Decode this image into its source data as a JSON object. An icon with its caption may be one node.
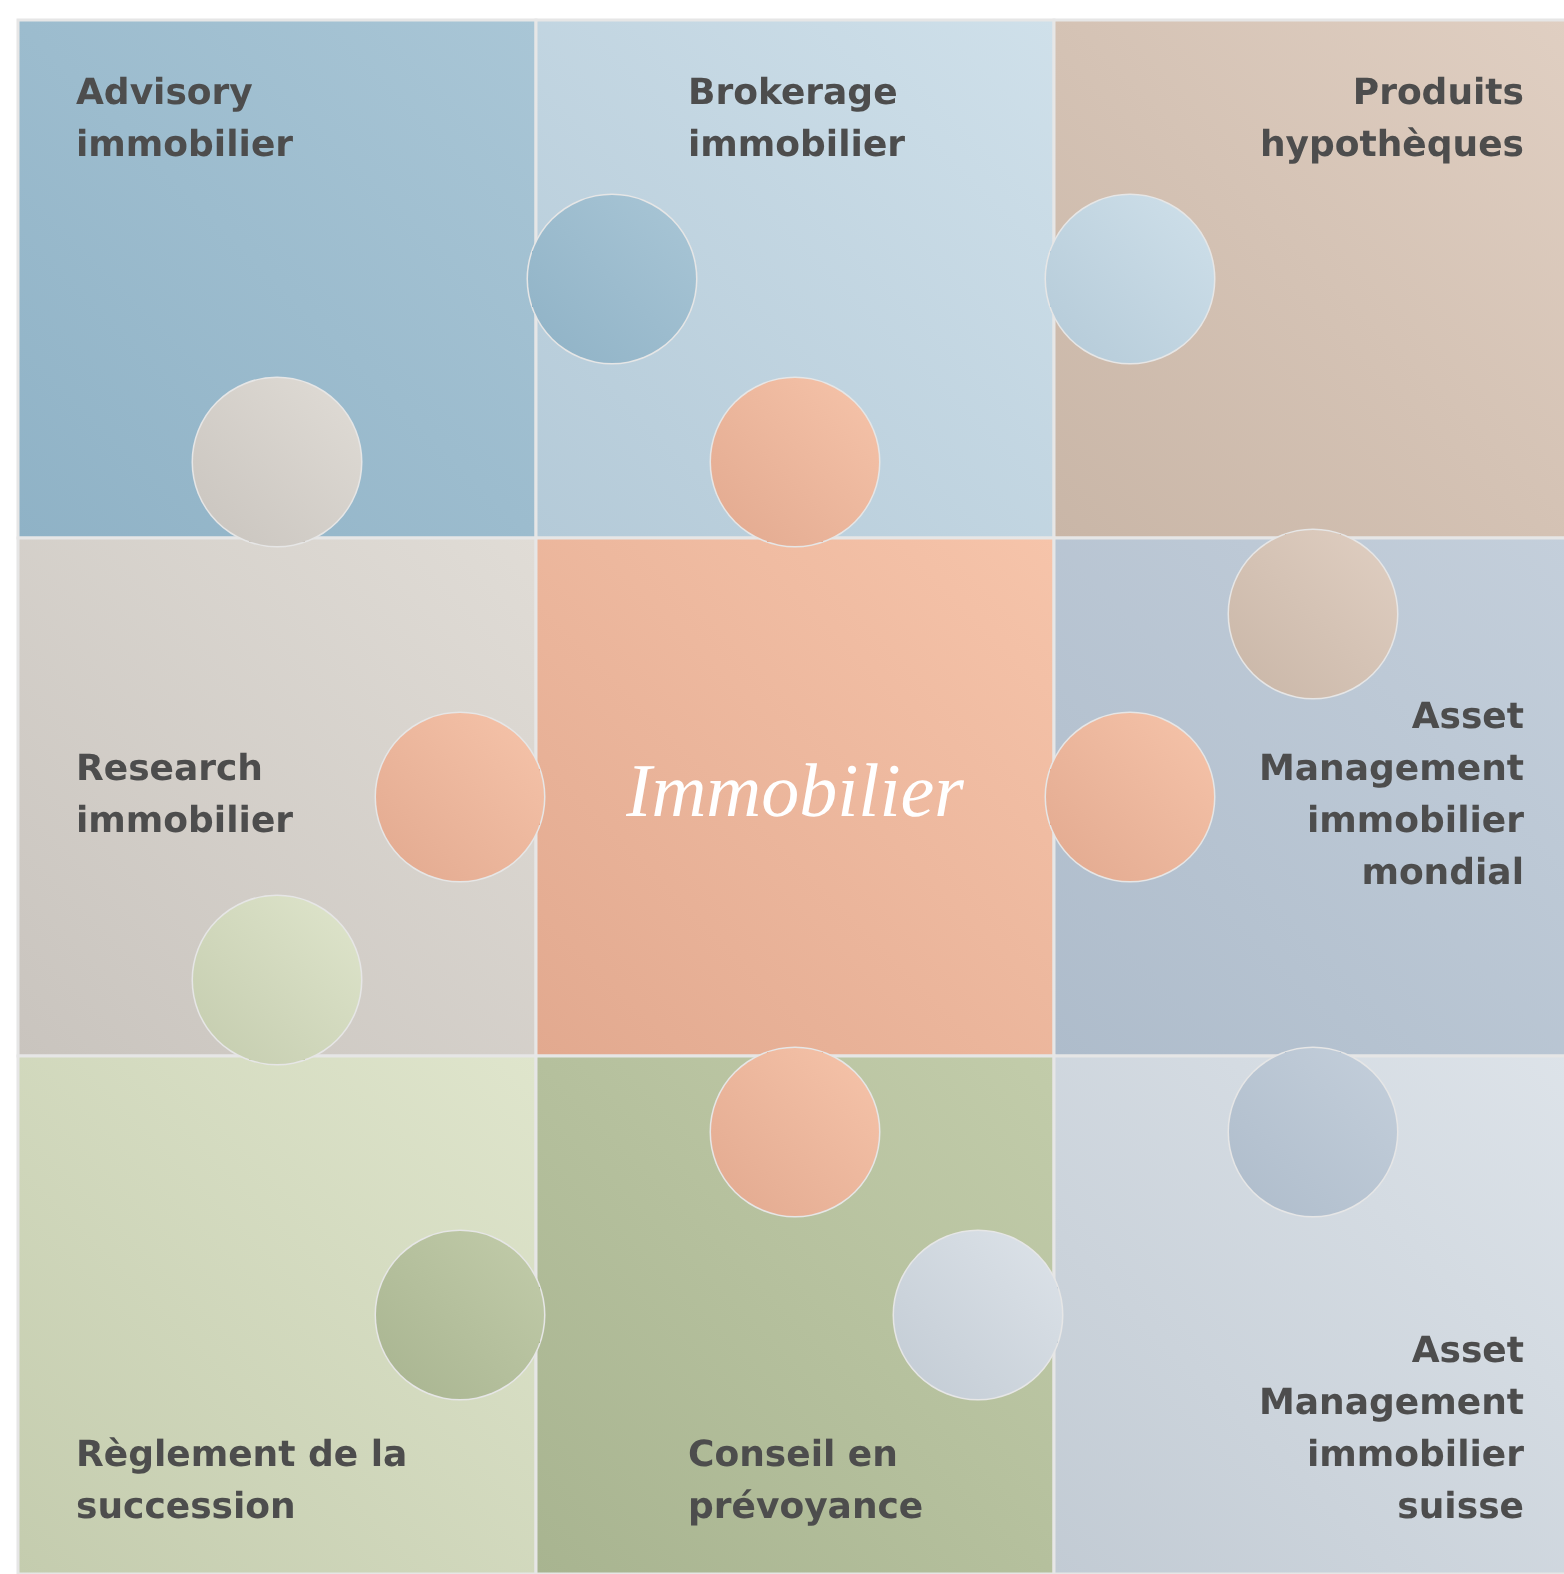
{
  "diagram": {
    "nodes": [
      {
        "text": [
          "Advisory immobilier"
        ]
      },
      {
        "text": [
          "Brokerage immobilier"
        ]
      },
      {
        "text": [
          "Produits hypothèques"
        ]
      },
      {
        "text": [
          "Research immobilier"
        ]
      },
      {
        "text": [
          "Immobilier"
        ]
      },
      {
        "text": [
          "Asset Management immobilier mondial"
        ]
      },
      {
        "text": [
          "Règlement de la succession"
        ]
      },
      {
        "text": [
          "Conseil en prévoyance"
        ]
      },
      {
        "text": [
          "Asset Management immobilier suisse"
        ]
      }
    ]
  }
}
